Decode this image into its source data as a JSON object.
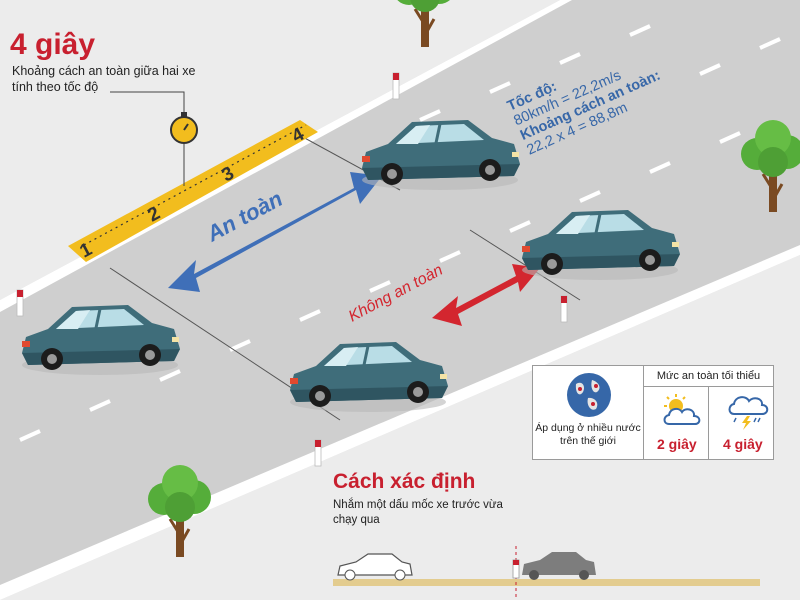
{
  "header": {
    "title": "4 giây",
    "subtitle": "Khoảng cách an toàn giữa hai xe tính theo tốc độ"
  },
  "ruler": {
    "marks": [
      "1",
      "2",
      "3",
      "4"
    ]
  },
  "labels": {
    "safe": "An toàn",
    "unsafe": "Không an toàn"
  },
  "speed_info": {
    "speed_label": "Tốc độ:",
    "speed_value": "80km/h = 22,2m/s",
    "distance_label": "Khoảng cách an toàn:",
    "distance_value": "22,2 x 4 = 88,8m"
  },
  "panel": {
    "header": "Mức an toàn tối thiểu",
    "apply_text": "Áp dụng ở nhiều nước trên thế giới",
    "fair_weather": "2 giây",
    "bad_weather": "4 giây",
    "icons": [
      "globe-icon",
      "partly-cloudy-icon",
      "storm-cloud-icon"
    ]
  },
  "method": {
    "title": "Cách xác định",
    "description": "Nhắm một dấu mốc xe trước vừa chạy qua"
  },
  "colors": {
    "title_red": "#c8202f",
    "safe_blue": "#3f6fb8",
    "unsafe_red": "#d3262f",
    "car_teal": "#3f6d7a",
    "ruler_yellow": "#f2bd1e",
    "road_gray": "#cfcfcf",
    "tree_green": "#55ad3a"
  }
}
